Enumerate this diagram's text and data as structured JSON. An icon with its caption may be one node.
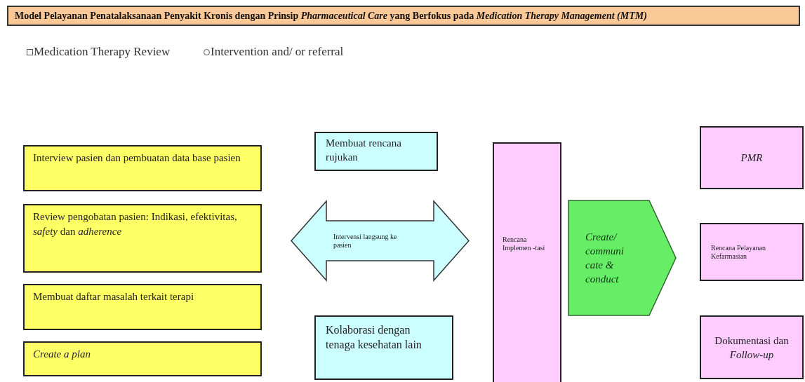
{
  "diagram": {
    "title": "Model Pelayanan Penatalaksanaan Penyakit Kronis dengan Prinsip *Pharmaceutical Care* yang Berfokus pada *Medication Therapy Management (MTM)*",
    "nodes": [
      {
        "text": [
          "Interview pasien dan pembuatan data base pasien"
        ]
      },
      {
        "text": [
          "Review pengobatan pasien: Indikasi, efektivitas, *safety* dan *adherence*"
        ]
      },
      {
        "text": [
          "Membuat daftar masalah terkait terapi"
        ]
      },
      {
        "text": [
          "Create a plan"
        ]
      },
      {
        "text": [
          "Membuat rencana rujukan"
        ]
      },
      {
        "text": [
          "Intervensi langsung ke pasien"
        ]
      },
      {
        "text": [
          "Kolaborasi dengan tenaga kesehatan lain"
        ]
      },
      {
        "text": [
          "Rencana Implemen -tasi"
        ]
      },
      {
        "text": [
          "Create/ communi cate & conduct"
        ]
      },
      {
        "text": [
          "PMR"
        ]
      },
      {
        "text": [
          "Rencana Pelayanan Kefarmasian"
        ]
      },
      {
        "text": [
          "Dokumentasi dan *Follow-up*"
        ]
      }
    ],
    "labels": [
      "Medication Therapy Review",
      "Intervention and/ or referral"
    ]
  }
}
